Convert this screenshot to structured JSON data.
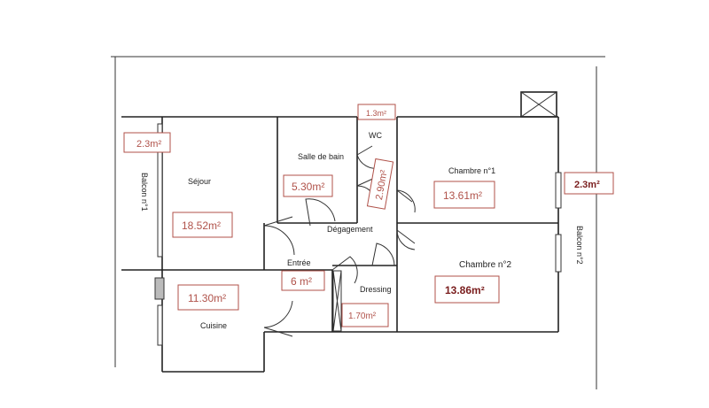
{
  "rooms": {
    "sejour": "Séjour",
    "salle_de_bain": "Salle de bain",
    "wc": "WC",
    "chambre1": "Chambre n°1",
    "chambre2": "Chambre n°2",
    "degagement": "Dégagement",
    "entree": "Entrée",
    "dressing": "Dressing",
    "cuisine": "Cuisine",
    "balcon1": "Balcon n°1",
    "balcon2": "Balcon n°2"
  },
  "areas": {
    "balcon1": "2.3m²",
    "wc": "1.3m²",
    "balcon2": "2.3m²",
    "sejour": "18.52m²",
    "salle_de_bain": "5.30m²",
    "degagement": "2.90m²",
    "chambre1": "13.61m²",
    "chambre2": "13.86m²",
    "entree": "6 m²",
    "cuisine": "11.30m²",
    "dressing": "1.70m²"
  },
  "colors": {
    "area_label": "#b0524a",
    "area_label_dark": "#7a1e1e",
    "wall": "#222222"
  }
}
